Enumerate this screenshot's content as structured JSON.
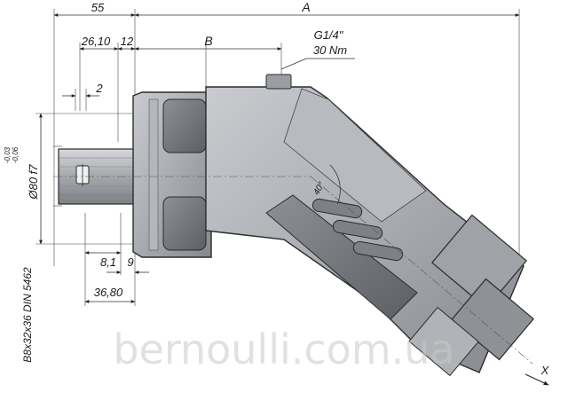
{
  "labels": {
    "dim_55": "55",
    "dim_A": "A",
    "dim_26_10": "26,10",
    "dim_12": "12",
    "dim_B": "B",
    "port_thread": "G1/4\"",
    "port_torque": "30 Nm",
    "dim_2": "2",
    "tol_upper": "-0,03",
    "tol_lower": "-0,06",
    "diameter_fit": "Ø80 f7",
    "angle": "40°",
    "dim_8_1": "8,1",
    "dim_9": "9",
    "dim_36_80": "36,80",
    "spline_spec": "B8x32x36 DIN 5462",
    "axis_x": "X"
  },
  "watermark": "bernoulli.com.ua",
  "colors": {
    "body_light": "#bdbfc3",
    "body_mid": "#9ea1a6",
    "body_dark": "#6f7277",
    "outline": "#2b2b2b"
  }
}
